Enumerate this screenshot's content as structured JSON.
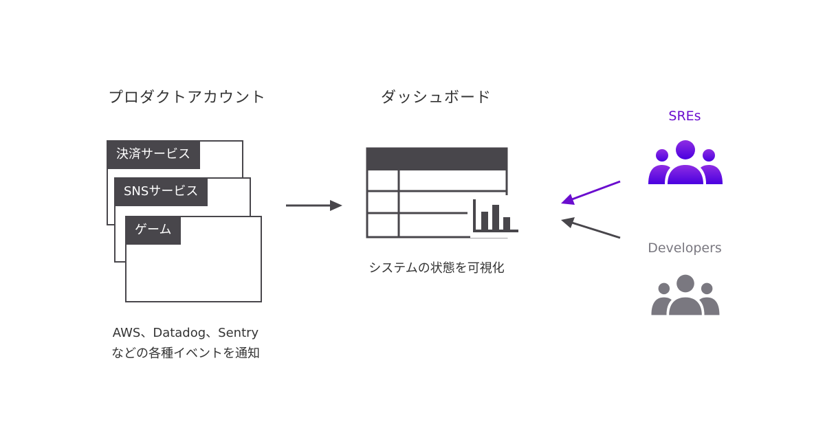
{
  "product_accounts": {
    "title": "プロダクトアカウント",
    "cards": [
      "決済サービス",
      "SNSサービス",
      "ゲーム"
    ],
    "caption_line1": "AWS、Datadog、Sentry",
    "caption_line2": "などの各種イベントを通知"
  },
  "dashboard": {
    "title": "ダッシュボード",
    "caption": "システムの状態を可視化"
  },
  "users": {
    "sres": {
      "label": "SREs",
      "color": "#6a0dce"
    },
    "developers": {
      "label": "Developers",
      "color": "#7a7880"
    }
  },
  "icons": {
    "arrow": "arrow-right-icon",
    "dashboard": "dashboard-table-icon",
    "chart": "bar-chart-icon",
    "group": "user-group-icon"
  },
  "colors": {
    "dark": "#48464b",
    "accent_purple": "#6a0dce",
    "muted_gray": "#7a7880"
  }
}
